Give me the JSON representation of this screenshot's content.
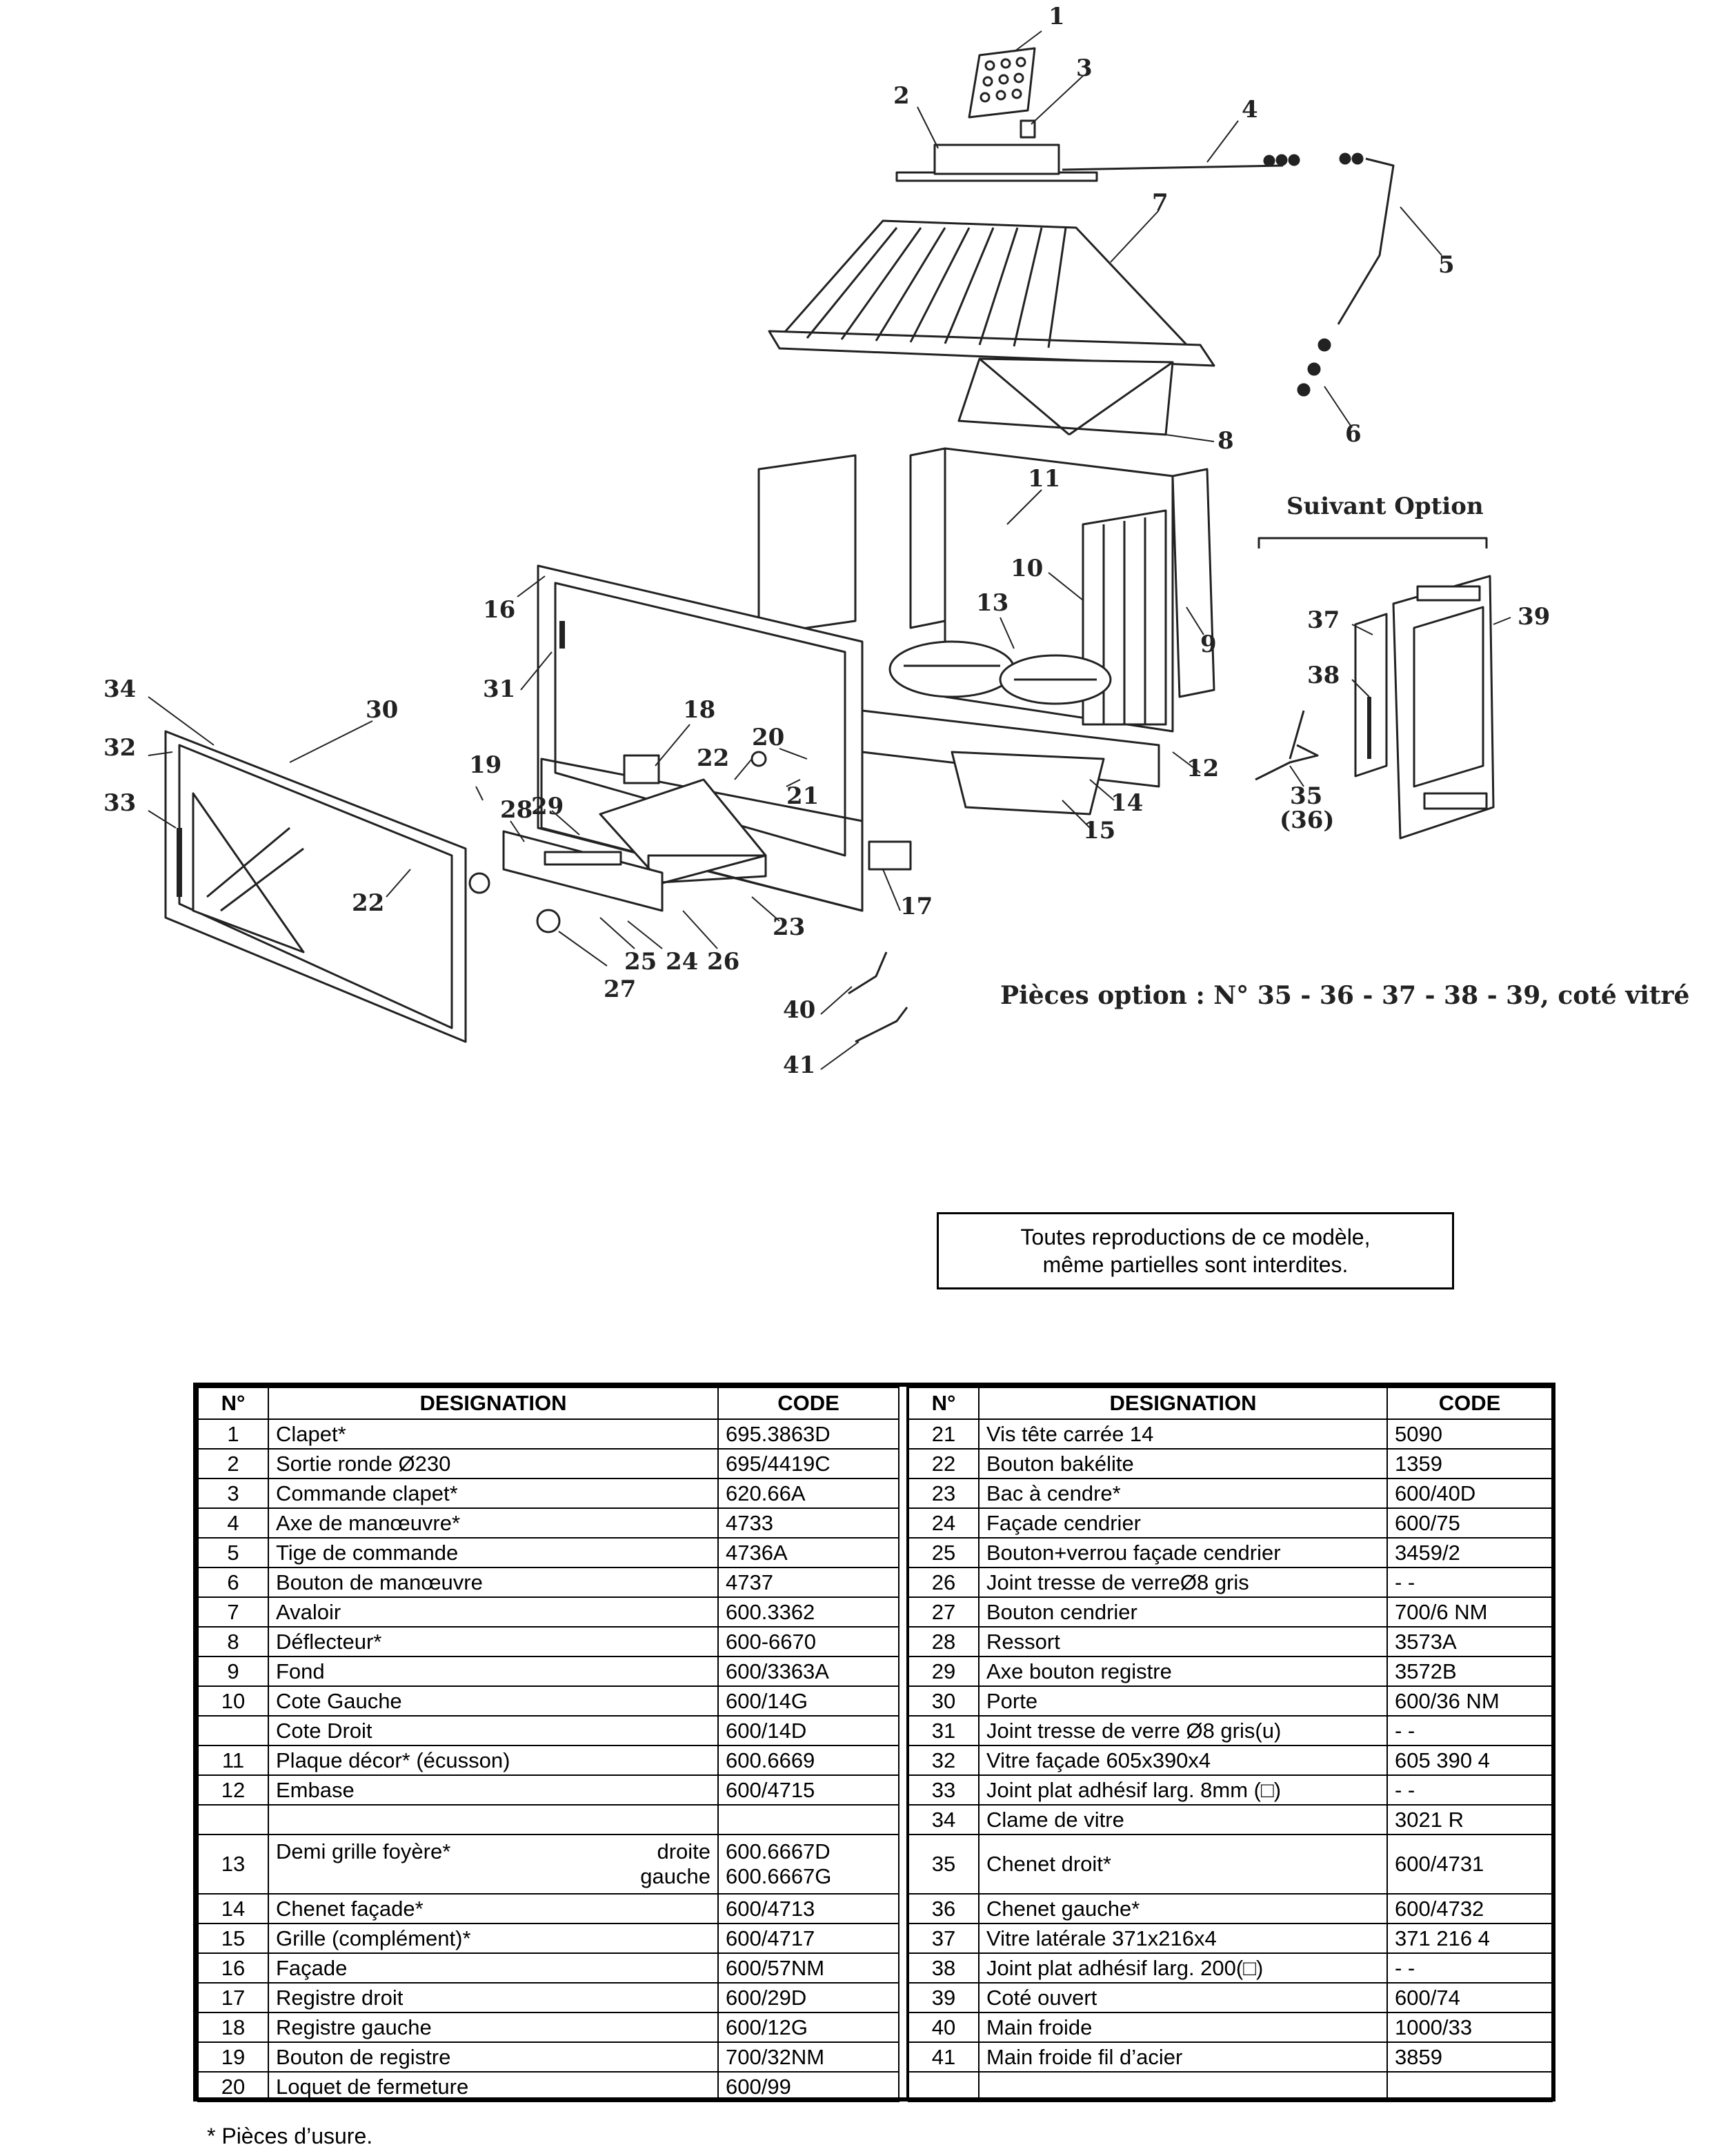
{
  "diagram": {
    "suivant_option": "Suivant Option",
    "options_note": "Pièces option : N° 35 - 36 - 37 - 38 - 39, coté vitré",
    "callouts": [
      "1",
      "2",
      "3",
      "4",
      "5",
      "6",
      "7",
      "8",
      "9",
      "10",
      "11",
      "12",
      "13",
      "14",
      "15",
      "16",
      "17",
      "18",
      "19",
      "20",
      "21",
      "22",
      "22",
      "23",
      "24",
      "25",
      "26",
      "27",
      "28",
      "29",
      "30",
      "31",
      "32",
      "33",
      "34",
      "35",
      "(36)",
      "37",
      "38",
      "39",
      "40",
      "41"
    ]
  },
  "notice": {
    "line1": "Toutes reproductions de ce modèle,",
    "line2": "même partielles sont interdites."
  },
  "table": {
    "headers": {
      "num": "N°",
      "designation": "DESIGNATION",
      "code": "CODE"
    },
    "left": [
      {
        "num": "1",
        "desc": "Clapet*",
        "code": "695.3863D"
      },
      {
        "num": "2",
        "desc": "Sortie ronde Ø230",
        "code": "695/4419C"
      },
      {
        "num": "3",
        "desc": "Commande clapet*",
        "code": "620.66A"
      },
      {
        "num": "4",
        "desc": "Axe de manœuvre*",
        "code": "4733"
      },
      {
        "num": "5",
        "desc": "Tige de commande",
        "code": "4736A"
      },
      {
        "num": "6",
        "desc": "Bouton de manœuvre",
        "code": "4737"
      },
      {
        "num": "7",
        "desc": "Avaloir",
        "code": "600.3362"
      },
      {
        "num": "8",
        "desc": "Déflecteur*",
        "code": "600-6670"
      },
      {
        "num": "9",
        "desc": "Fond",
        "code": "600/3363A"
      },
      {
        "num": "10",
        "desc": "Cote Gauche",
        "code": "600/14G"
      },
      {
        "num": "",
        "desc": "Cote Droit",
        "code": "600/14D"
      },
      {
        "num": "11",
        "desc": "Plaque décor* (écusson)",
        "code": "600.6669"
      },
      {
        "num": "12",
        "desc": "Embase",
        "code": "600/4715"
      },
      {
        "num": "",
        "desc": "",
        "code": ""
      },
      {
        "num": "13",
        "desc": "Demi grille foyère*",
        "desc_right_1": "droite",
        "desc_right_2": "gauche",
        "code_1": "600.6667D",
        "code_2": "600.6667G"
      },
      {
        "num": "14",
        "desc": "Chenet façade*",
        "code": "600/4713"
      },
      {
        "num": "15",
        "desc": "Grille (complément)*",
        "code": "600/4717"
      },
      {
        "num": "16",
        "desc": "Façade",
        "code": "600/57NM"
      },
      {
        "num": "17",
        "desc": "Registre droit",
        "code": "600/29D"
      },
      {
        "num": "18",
        "desc": "Registre gauche",
        "code": "600/12G"
      },
      {
        "num": "19",
        "desc": "Bouton de registre",
        "code": "700/32NM"
      },
      {
        "num": "20",
        "desc": "Loquet de fermeture",
        "code": "600/99"
      }
    ],
    "right": [
      {
        "num": "21",
        "desc": "Vis tête carrée 14",
        "code": "5090"
      },
      {
        "num": "22",
        "desc": "Bouton bakélite",
        "code": "1359"
      },
      {
        "num": "23",
        "desc": "Bac à cendre*",
        "code": "600/40D"
      },
      {
        "num": "24",
        "desc": "Façade cendrier",
        "code": "600/75"
      },
      {
        "num": "25",
        "desc": "Bouton+verrou façade cendrier",
        "code": "3459/2"
      },
      {
        "num": "26",
        "desc": "Joint tresse de verreØ8 gris",
        "code": "- -"
      },
      {
        "num": "27",
        "desc": "Bouton cendrier",
        "code": "700/6 NM"
      },
      {
        "num": "28",
        "desc": "Ressort",
        "code": "3573A"
      },
      {
        "num": "29",
        "desc": "Axe bouton registre",
        "code": "3572B"
      },
      {
        "num": "30",
        "desc": "Porte",
        "code": "600/36 NM"
      },
      {
        "num": "31",
        "desc": "Joint tresse de verre Ø8 gris(u)",
        "code": "- -"
      },
      {
        "num": "32",
        "desc": "Vitre façade 605x390x4",
        "code": "605 390 4"
      },
      {
        "num": "33",
        "desc": "Joint plat adhésif larg. 8mm (□)",
        "code": "- -"
      },
      {
        "num": "34",
        "desc": "Clame de vitre",
        "code": "3021 R"
      },
      {
        "num": "35",
        "desc": "Chenet droit*",
        "code": "600/4731"
      },
      {
        "num": "36",
        "desc": "Chenet gauche*",
        "code": "600/4732"
      },
      {
        "num": "37",
        "desc": "Vitre latérale 371x216x4",
        "code": "371 216 4"
      },
      {
        "num": "38",
        "desc": "Joint plat adhésif larg. 200(□)",
        "code": "- -"
      },
      {
        "num": "39",
        "desc": "Coté ouvert",
        "code": "600/74"
      },
      {
        "num": "40",
        "desc": "Main froide",
        "code": "1000/33"
      },
      {
        "num": "41",
        "desc": "Main froide fil d’acier",
        "code": "3859"
      },
      {
        "num": "",
        "desc": "",
        "code": ""
      }
    ]
  },
  "footnote": "* Pièces d’usure."
}
